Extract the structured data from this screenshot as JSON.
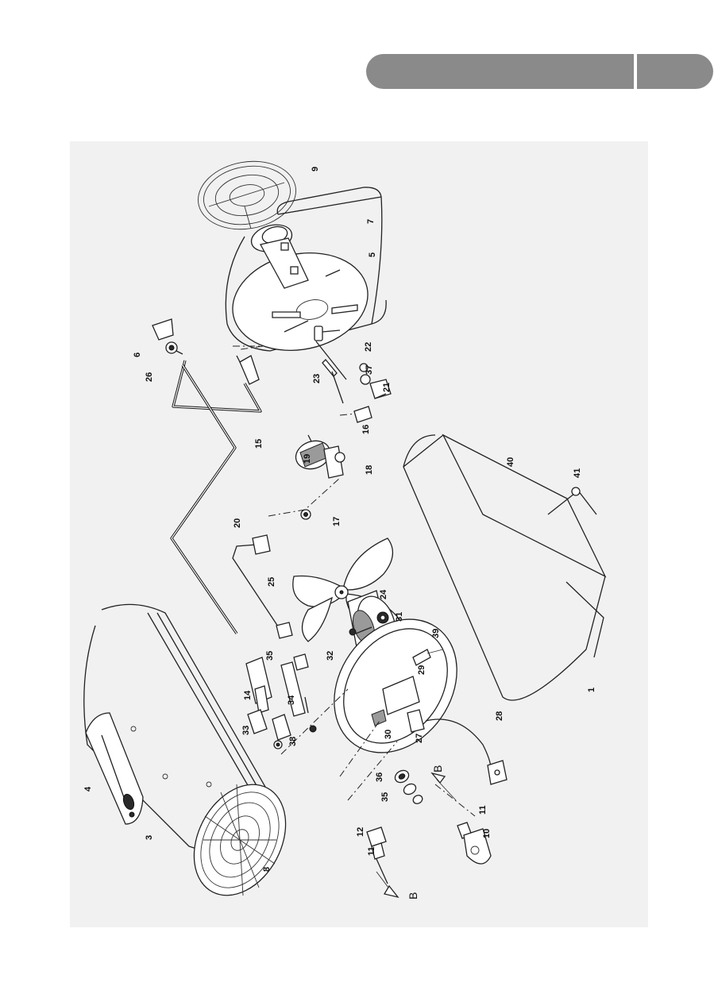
{
  "header": {
    "title": "",
    "tab": ""
  },
  "callouts": [
    {
      "id": "part-9",
      "text": "9"
    },
    {
      "id": "part-7",
      "text": "7"
    },
    {
      "id": "part-5",
      "text": "5"
    },
    {
      "id": "part-6",
      "text": "6"
    },
    {
      "id": "part-26",
      "text": "26"
    },
    {
      "id": "part-23",
      "text": "23"
    },
    {
      "id": "part-22",
      "text": "22"
    },
    {
      "id": "part-37",
      "text": "37"
    },
    {
      "id": "part-21",
      "text": "21"
    },
    {
      "id": "part-15",
      "text": "15"
    },
    {
      "id": "part-16",
      "text": "16"
    },
    {
      "id": "part-19",
      "text": "19"
    },
    {
      "id": "part-18",
      "text": "18"
    },
    {
      "id": "part-17",
      "text": "17"
    },
    {
      "id": "part-20",
      "text": "20"
    },
    {
      "id": "part-40",
      "text": "40"
    },
    {
      "id": "part-41",
      "text": "41"
    },
    {
      "id": "part-25",
      "text": "25"
    },
    {
      "id": "part-24",
      "text": "24"
    },
    {
      "id": "part-31",
      "text": "31"
    },
    {
      "id": "part-39",
      "text": "39"
    },
    {
      "id": "part-32",
      "text": "32"
    },
    {
      "id": "part-35a",
      "text": "35"
    },
    {
      "id": "part-29",
      "text": "29"
    },
    {
      "id": "part-14",
      "text": "14"
    },
    {
      "id": "part-34",
      "text": "34"
    },
    {
      "id": "part-33",
      "text": "33"
    },
    {
      "id": "part-38",
      "text": "38"
    },
    {
      "id": "part-30",
      "text": "30"
    },
    {
      "id": "part-27",
      "text": "27"
    },
    {
      "id": "part-28",
      "text": "28"
    },
    {
      "id": "part-1",
      "text": "1"
    },
    {
      "id": "part-4",
      "text": "4"
    },
    {
      "id": "part-36",
      "text": "36"
    },
    {
      "id": "part-35b",
      "text": "35"
    },
    {
      "id": "part-3",
      "text": "3"
    },
    {
      "id": "part-12",
      "text": "12"
    },
    {
      "id": "part-11a",
      "text": "11"
    },
    {
      "id": "part-11b",
      "text": "11"
    },
    {
      "id": "part-10",
      "text": "10"
    },
    {
      "id": "part-8",
      "text": "8"
    }
  ],
  "arrows": [
    {
      "id": "arrow-b-lower",
      "text": "B"
    },
    {
      "id": "arrow-b-upper",
      "text": "B"
    }
  ],
  "colors": {
    "header": "#8a8a8a",
    "panel": "#f1f1f1",
    "ink": "#222222"
  }
}
